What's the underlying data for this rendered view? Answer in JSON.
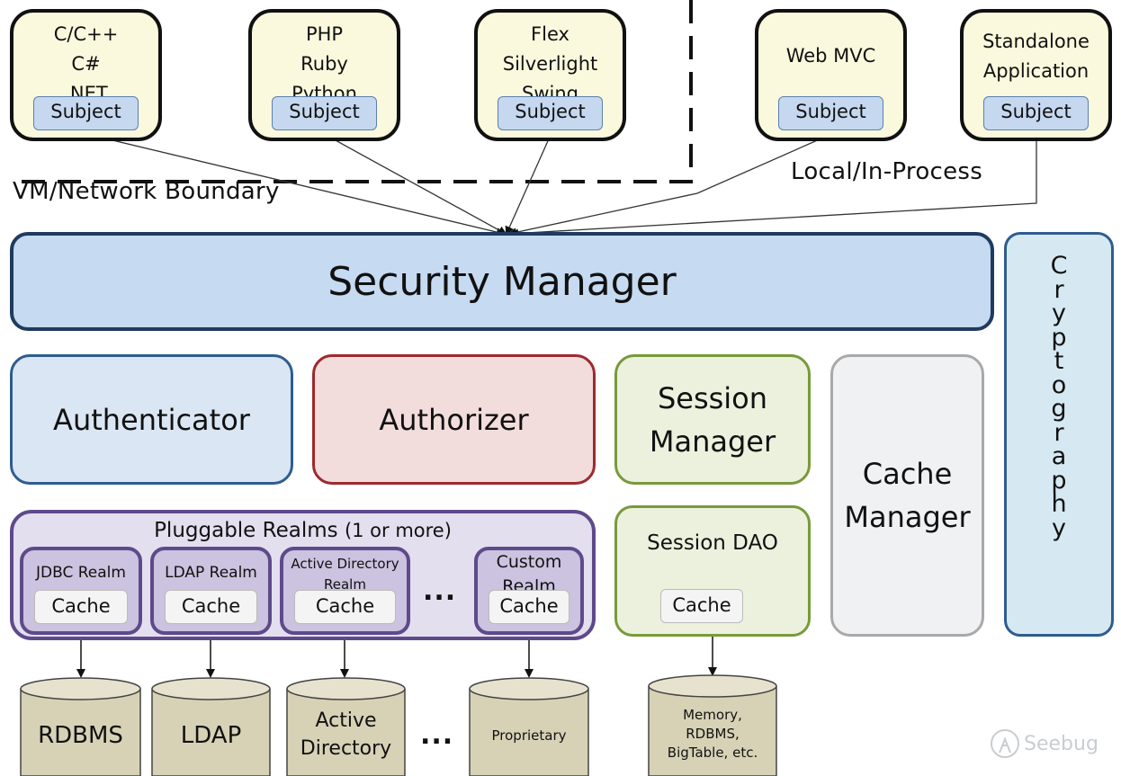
{
  "clients": [
    {
      "lines": [
        "C/C++",
        "C#",
        ".NET"
      ],
      "subject": "Subject"
    },
    {
      "lines": [
        "PHP",
        "Ruby",
        "Python"
      ],
      "subject": "Subject"
    },
    {
      "lines": [
        "Flex",
        "Silverlight",
        "Swing"
      ],
      "subject": "Subject"
    },
    {
      "lines": [
        "Web MVC"
      ],
      "subject": "Subject"
    },
    {
      "lines": [
        "Standalone",
        "Application"
      ],
      "subject": "Subject"
    }
  ],
  "labels": {
    "vm_boundary": "VM/Network Boundary",
    "local": "Local/In-Process"
  },
  "security_manager": "Security Manager",
  "components": {
    "authenticator": "Authenticator",
    "authorizer": "Authorizer",
    "session_manager": [
      "Session",
      "Manager"
    ],
    "cache_manager": [
      "Cache",
      "Manager"
    ],
    "cryptography": "Cryptography"
  },
  "realms": {
    "title_main": "Pluggable Realms",
    "title_suffix": "(1 or more)",
    "items": [
      {
        "label": [
          "JDBC Realm"
        ],
        "cache": "Cache"
      },
      {
        "label": [
          "LDAP Realm"
        ],
        "cache": "Cache"
      },
      {
        "label": [
          "Active Directory",
          "Realm"
        ],
        "cache": "Cache"
      },
      {
        "label": [
          "Custom",
          "Realm"
        ],
        "cache": "Cache"
      }
    ],
    "ellipsis": "..."
  },
  "session_dao": {
    "label": "Session DAO",
    "cache": "Cache"
  },
  "datastores": [
    {
      "lines": [
        "RDBMS"
      ]
    },
    {
      "lines": [
        "LDAP"
      ]
    },
    {
      "lines": [
        "Active",
        "Directory"
      ]
    },
    {
      "lines": [
        "Proprietary"
      ]
    },
    {
      "lines": [
        "Memory,",
        "RDBMS,",
        "BigTable, etc."
      ]
    }
  ],
  "datastore_ellipsis": "...",
  "watermark": "Seebug"
}
